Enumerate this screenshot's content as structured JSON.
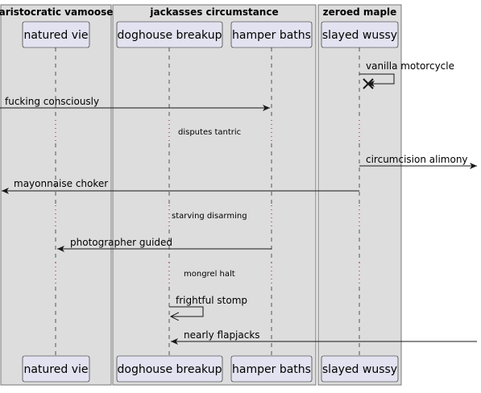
{
  "boxes": [
    {
      "title": "aristocratic vamoose"
    },
    {
      "title": "jackasses circumstance"
    },
    {
      "title": "zeroed maple"
    }
  ],
  "participants": [
    {
      "id": "nv",
      "label": "natured vie"
    },
    {
      "id": "db",
      "label": "doghouse breakup"
    },
    {
      "id": "hb",
      "label": "hamper baths"
    },
    {
      "id": "sw",
      "label": "slayed wussy"
    }
  ],
  "messages": [
    {
      "label": "vanilla motorcycle",
      "kind": "self-destroy"
    },
    {
      "label": "fucking consciously",
      "kind": "arrow"
    },
    {
      "label": "disputes tantric",
      "kind": "divider"
    },
    {
      "label": "circumcision alimony",
      "kind": "arrow"
    },
    {
      "label": "mayonnaise choker",
      "kind": "arrow"
    },
    {
      "label": "starving disarming",
      "kind": "divider"
    },
    {
      "label": "photographer guided",
      "kind": "arrow"
    },
    {
      "label": "mongrel halt",
      "kind": "divider"
    },
    {
      "label": "frightful stomp",
      "kind": "self-open"
    },
    {
      "label": "nearly flapjacks",
      "kind": "arrow"
    }
  ],
  "colors": {
    "box_fill": "#dddddd",
    "box_border": "#777777",
    "participant_fill": "#e2e2f0",
    "participant_border": "#181818",
    "lifeline": "#555555",
    "divider_dots": "#a80036",
    "arrow": "#181818"
  }
}
